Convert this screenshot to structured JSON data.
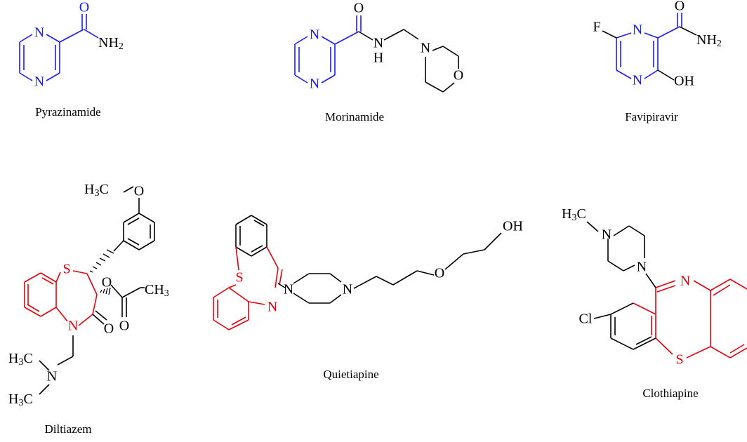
{
  "colors": {
    "highlight_blue": "#1a1aff",
    "highlight_red": "#e8000b",
    "default": "#000000"
  },
  "molecules": {
    "pyrazinamide": {
      "name": "Pyrazinamide",
      "atoms": {
        "n1": "N",
        "n2": "N",
        "o": "O",
        "nh2_main": "NH",
        "nh2_sub": "2"
      }
    },
    "morinamide": {
      "name": "Morinamide",
      "atoms": {
        "n1": "N",
        "n2": "N",
        "o": "O",
        "nh_n": "N",
        "nh_h": "H",
        "morph_n": "N",
        "morph_o": "O"
      }
    },
    "favipiravir": {
      "name": "Favipiravir",
      "atoms": {
        "f": "F",
        "n1": "N",
        "n2": "N",
        "o": "O",
        "nh2_main": "NH",
        "nh2_sub": "2",
        "oh": "OH"
      }
    },
    "diltiazem": {
      "name": "Diltiazem",
      "atoms": {
        "ch3_top_h": "H",
        "ch3_top_sub": "3",
        "ch3_top_c": "C",
        "o_methoxy": "O",
        "s": "S",
        "n": "N",
        "o_ketone": "O",
        "o_ester": "O",
        "o_carbonyl": "O",
        "ch3_acetyl": "CH",
        "ch3_acetyl_sub": "3",
        "n_amine": "N",
        "h3c_1_h": "H",
        "h3c_1_sub": "3",
        "h3c_1_c": "C",
        "h3c_2_h": "H",
        "h3c_2_sub": "3",
        "h3c_2_c": "C"
      }
    },
    "quietiapine": {
      "name": "Quietiapine",
      "atoms": {
        "s": "S",
        "n_ring": "N",
        "n_pip1": "N",
        "n_pip2": "N",
        "o_ether": "O",
        "oh": "OH"
      }
    },
    "clothiapine": {
      "name": "Clothiapine",
      "atoms": {
        "h3c_h": "H",
        "h3c_sub": "3",
        "h3c_c": "C",
        "n_pip1": "N",
        "n_pip2": "N",
        "n_ring": "N",
        "cl": "Cl",
        "s": "S"
      }
    }
  }
}
